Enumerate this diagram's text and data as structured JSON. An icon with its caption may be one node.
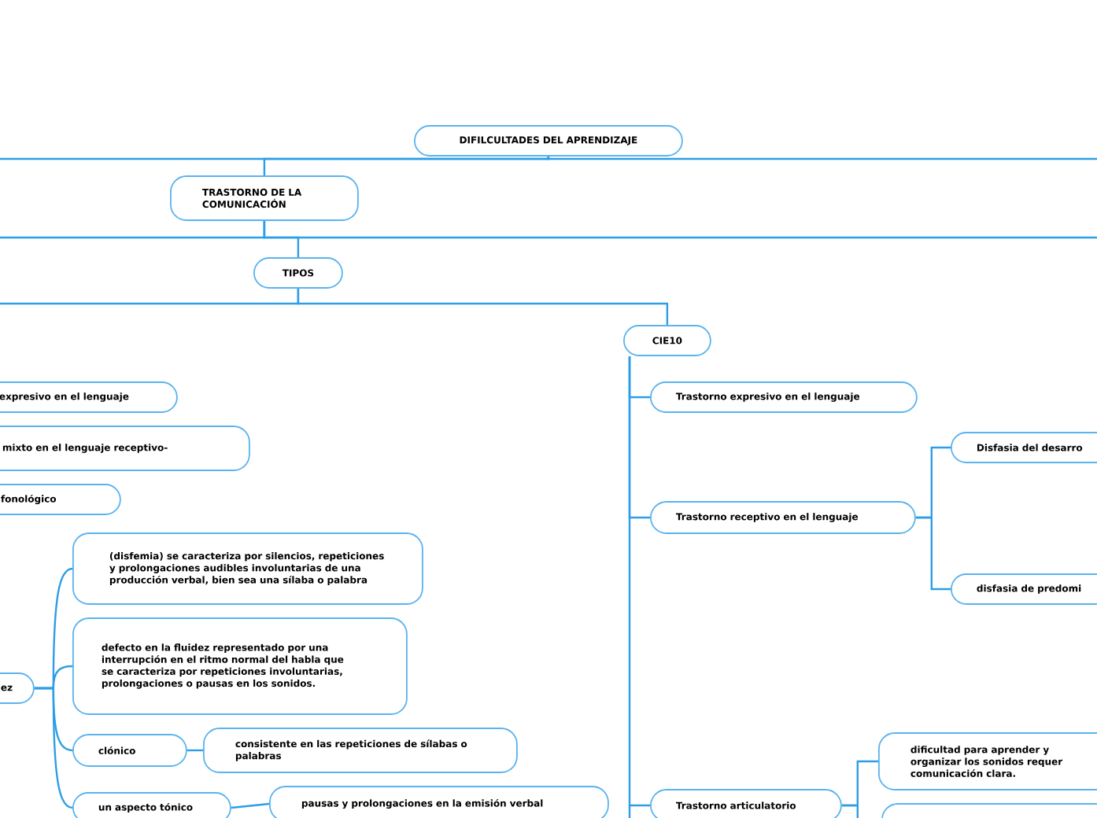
{
  "diagram": {
    "nodes": [
      {
        "text": [
          "DIFILCULTADES DEL APRENDIZAJE"
        ]
      },
      {
        "text": [
          "TRASTORNO DE LA COMUNICACIÓN"
        ]
      },
      {
        "text": [
          "TIPOS"
        ]
      },
      {
        "text": [
          "CIE10"
        ]
      },
      {
        "text": [
          "expresivo en el lenguaje"
        ]
      },
      {
        "text": [
          "mixto en el lenguaje receptivo-"
        ]
      },
      {
        "text": [
          "fonológico"
        ]
      },
      {
        "text": [
          "ez"
        ]
      },
      {
        "text": [
          "(disfemia) se caracteriza por silencios, repeticiones y prolongaciones audibles involuntarias de una producción verbal, bien sea una sílaba o palabra"
        ]
      },
      {
        "text": [
          "defecto en la fluidez representado por una interrupción en el ritmo normal del habla que se caracteriza por repeticiones involuntarias, prolongaciones o pausas en los sonidos."
        ]
      },
      {
        "text": [
          "clónico"
        ]
      },
      {
        "text": [
          "consistente en las repeticiones de sílabas o palabras"
        ]
      },
      {
        "text": [
          "un aspecto tónico"
        ]
      },
      {
        "text": [
          "pausas y prolongaciones en la emisión verbal"
        ]
      },
      {
        "text": [
          "Trastorno expresivo en el lenguaje"
        ]
      },
      {
        "text": [
          "Trastorno receptivo en el lenguaje"
        ]
      },
      {
        "text": [
          "Disfasia del desarro"
        ]
      },
      {
        "text": [
          "disfasia de predomi"
        ]
      },
      {
        "text": [
          "Trastorno articulatorio"
        ]
      },
      {
        "text": [
          "dificultad para aprender y organizar los sonidos requer comunicación clara."
        ]
      },
      {
        "text": [],
        "shape": "box"
      }
    ],
    "edges": [
      {
        "from": 0,
        "to": 1,
        "arrow": "none"
      },
      {
        "from": 0,
        "to": null,
        "arrow": "none"
      },
      {
        "from": 0,
        "to": null,
        "arrow": "none"
      },
      {
        "from": 1,
        "to": 2,
        "arrow": "none"
      },
      {
        "from": 1,
        "to": null,
        "arrow": "none"
      },
      {
        "from": 1,
        "to": null,
        "arrow": "none"
      },
      {
        "from": 2,
        "to": 3,
        "arrow": "none"
      },
      {
        "from": 2,
        "to": null,
        "arrow": "none"
      },
      {
        "from": 7,
        "to": 8,
        "arrow": "none"
      },
      {
        "from": 7,
        "to": 9,
        "arrow": "none"
      },
      {
        "from": 7,
        "to": 10,
        "arrow": "none"
      },
      {
        "from": 7,
        "to": 12,
        "arrow": "none"
      },
      {
        "from": 10,
        "to": 11,
        "arrow": "none"
      },
      {
        "from": 12,
        "to": 13,
        "arrow": "none"
      },
      {
        "from": 3,
        "to": 14,
        "arrow": "none"
      },
      {
        "from": 3,
        "to": 15,
        "arrow": "none"
      },
      {
        "from": 3,
        "to": 18,
        "arrow": "none"
      },
      {
        "from": 15,
        "to": 16,
        "arrow": "none"
      },
      {
        "from": 15,
        "to": 17,
        "arrow": "none"
      },
      {
        "from": 18,
        "to": 19,
        "arrow": "none"
      },
      {
        "from": 18,
        "to": 20,
        "arrow": "none"
      }
    ]
  }
}
